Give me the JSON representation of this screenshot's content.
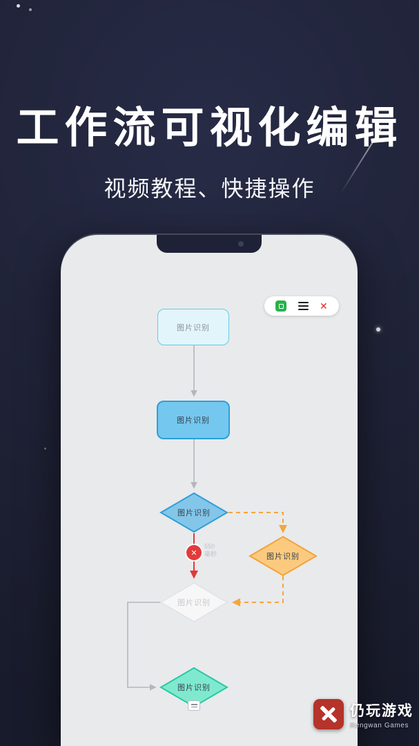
{
  "hero": {
    "title": "工作流可视化编辑",
    "subtitle": "视频教程、快捷操作"
  },
  "editor": {
    "toolbar": {
      "icons": [
        "app-icon",
        "menu-icon",
        "close-icon"
      ],
      "close_glyph": "✕"
    },
    "nodes": [
      {
        "id": "start",
        "label": "图片识别",
        "shape": "rounded-rect",
        "color": "#e2f5fa"
      },
      {
        "id": "process",
        "label": "图片识别",
        "shape": "rounded-rect",
        "color": "#74c7ee"
      },
      {
        "id": "decision",
        "label": "图片识别",
        "shape": "diamond",
        "color": "#83c6e9"
      },
      {
        "id": "branch",
        "label": "图片识别",
        "shape": "diamond",
        "color": "#fbca7f"
      },
      {
        "id": "disabled",
        "label": "图片识别",
        "shape": "diamond",
        "color": "#f7f7f8"
      },
      {
        "id": "end",
        "label": "图片识别",
        "shape": "diamond",
        "color": "#7fe9cf"
      }
    ],
    "edge_label": {
      "value": "550",
      "unit": "毫秒"
    },
    "error_glyph": "✕"
  },
  "watermark": {
    "name": "仍玩游戏",
    "subtitle": "Rengwan Games"
  },
  "colors": {
    "background": "#1f2236",
    "accent_blue": "#2ba0d9",
    "accent_orange": "#f2a33a",
    "accent_teal": "#27c8a4",
    "error_red": "#e23b3b",
    "toolbar_green": "#27b24a",
    "logo_red": "#b5332a"
  }
}
